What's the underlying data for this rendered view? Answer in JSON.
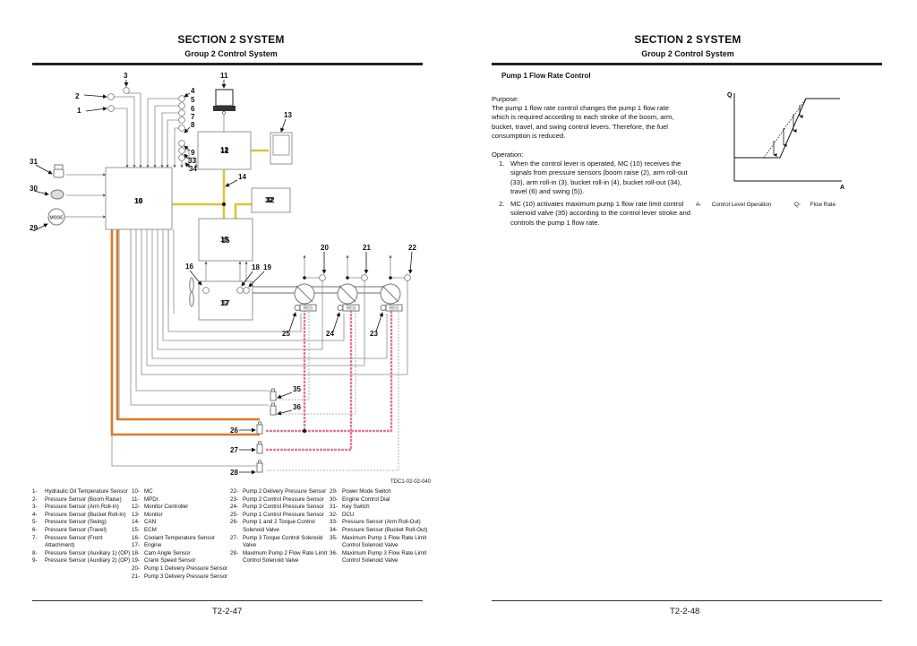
{
  "left_page": {
    "section_title": "SECTION 2 SYSTEM",
    "group_title": "Group 2 Control System",
    "page_number": "T2-2-47",
    "figure_id": "TDC1-02-02-040",
    "diagram": {
      "callouts": [
        "1",
        "2",
        "3",
        "4",
        "5",
        "6",
        "7",
        "8",
        "9",
        "10",
        "11",
        "12",
        "13",
        "14",
        "15",
        "16",
        "17",
        "18",
        "19",
        "20",
        "21",
        "22",
        "23",
        "24",
        "25",
        "26",
        "27",
        "28",
        "29",
        "30",
        "31",
        "32",
        "33",
        "34",
        "35",
        "36"
      ],
      "component_labels": {
        "mc": "10",
        "mpdr": "11",
        "monitor_controller": "12",
        "monitor": "13",
        "can": "14",
        "ecm": "15",
        "engine": "17",
        "dcu": "32",
        "regulator": "REG",
        "mode_switch": "MODE"
      },
      "line_colors": {
        "signal": "#8a8a8a",
        "can_bus": "#d9c63a",
        "torque_control": "#d9782a",
        "pilot_pressure": "#d8557a"
      }
    },
    "legend": {
      "col1": [
        {
          "num": "1-",
          "text": "Hydraulic Oil Temperature Sensor"
        },
        {
          "num": "2-",
          "text": "Pressure Sensor (Boom Raise)"
        },
        {
          "num": "3-",
          "text": "Pressure Sensor (Arm Roll-In)"
        },
        {
          "num": "4-",
          "text": "Pressure Sensor (Bucket Roll-In)"
        },
        {
          "num": "5-",
          "text": "Pressure Sensor (Swing)"
        },
        {
          "num": "6-",
          "text": "Pressure Sensor (Travel)"
        },
        {
          "num": "7-",
          "text": "Pressure Sensor (Front Attachment)"
        },
        {
          "num": "8-",
          "text": "Pressure Sensor (Auxiliary 1) (OP)"
        },
        {
          "num": "9-",
          "text": "Pressure Sensor (Auxiliary 2) (OP)"
        }
      ],
      "col2": [
        {
          "num": "10-",
          "text": "MC"
        },
        {
          "num": "11-",
          "text": "MPDr."
        },
        {
          "num": "12-",
          "text": "Monitor Controller"
        },
        {
          "num": "13-",
          "text": "Monitor"
        },
        {
          "num": "14-",
          "text": "CAN"
        },
        {
          "num": "15-",
          "text": "ECM"
        },
        {
          "num": "16-",
          "text": "Coolant Temperature Sensor"
        },
        {
          "num": "17-",
          "text": "Engine"
        },
        {
          "num": "18-",
          "text": "Cam Angle Sensor"
        },
        {
          "num": "19-",
          "text": "Crank Speed Sensor"
        },
        {
          "num": "20-",
          "text": "Pump 1 Delivery Pressure Sensor"
        },
        {
          "num": "21-",
          "text": "Pump 3 Delivery Pressure Sensor"
        }
      ],
      "col3": [
        {
          "num": "22-",
          "text": "Pump 2 Delivery Pressure Sensor"
        },
        {
          "num": "23-",
          "text": "Pump 2 Control Pressure Sensor"
        },
        {
          "num": "24-",
          "text": "Pump 3 Control Pressure Sensor"
        },
        {
          "num": "25-",
          "text": "Pump 1 Control Pressure Sensor"
        },
        {
          "num": "26-",
          "text": "Pump 1 and 2 Torque Control Solenoid Valve"
        },
        {
          "num": "27-",
          "text": "Pump 3 Torque Control Solenoid Valve"
        },
        {
          "num": "28-",
          "text": "Maximum Pump 2 Flow Rate Limit Control Solenoid Valve"
        }
      ],
      "col4": [
        {
          "num": "29-",
          "text": "Power Mode Switch"
        },
        {
          "num": "30-",
          "text": "Engine Control Dial"
        },
        {
          "num": "31-",
          "text": "Key Switch"
        },
        {
          "num": "32-",
          "text": "DCU"
        },
        {
          "num": "33-",
          "text": "Pressure Sensor (Arm Roll-Out)"
        },
        {
          "num": "34-",
          "text": "Pressure Sensor (Bucket Roll-Out)"
        },
        {
          "num": "35-",
          "text": "Maximum Pump 1 Flow Rate Limit Control Solenoid Valve"
        },
        {
          "num": "36-",
          "text": "Maximum Pump 3 Flow Rate Limit Control Solenoid Valve"
        }
      ]
    }
  },
  "right_page": {
    "section_title": "SECTION 2 SYSTEM",
    "group_title": "Group 2 Control System",
    "page_number": "T2-2-48",
    "heading": "Pump 1 Flow Rate Control",
    "purpose_label": "Purpose:",
    "purpose_text": "The pump 1 flow rate control changes the pump 1 flow rate which is required according to each stroke of the boom, arm, bucket, travel, and swing control levers. Therefore, the fuel consumption is reduced.",
    "operation_label": "Operation:",
    "operation_steps": [
      {
        "num": "1.",
        "text": "When the control lever is operated, MC (10) receives the signals from pressure sensors (boom raise (2), arm roll-out (33), arm roll-in (3), bucket roll-in (4), bucket roll-out (34), travel (6) and swing (5))."
      },
      {
        "num": "2.",
        "text": "MC (10) activates maximum pump 1 flow rate limit control solenoid valve (35) according to the control lever stroke and controls the pump 1 flow rate."
      }
    ],
    "graph": {
      "y_axis_label": "Q",
      "x_axis_label": "A",
      "legend": [
        {
          "key": "A-",
          "text": "Control Level Operation"
        },
        {
          "key": "Q-",
          "text": "Flow Rate"
        }
      ]
    }
  }
}
